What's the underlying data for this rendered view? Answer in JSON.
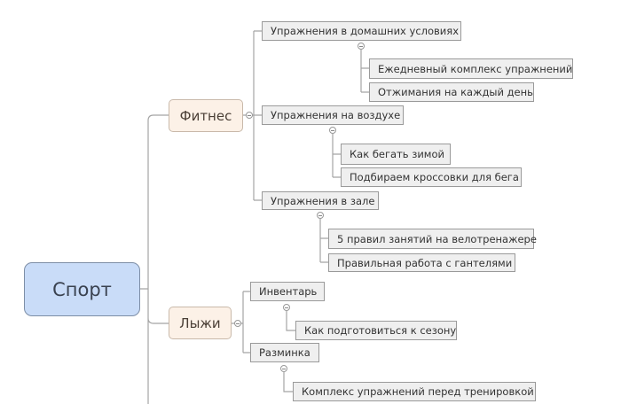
{
  "root": {
    "label": "Спорт"
  },
  "branches": [
    {
      "label": "Фитнес",
      "children": [
        {
          "label": "Упражнения в домашних условиях",
          "children": [
            {
              "label": "Ежедневный комплекс упражнений"
            },
            {
              "label": "Отжимания на каждый день"
            }
          ]
        },
        {
          "label": "Упражнения на воздухе",
          "children": [
            {
              "label": "Как бегать зимой"
            },
            {
              "label": "Подбираем кроссовки для бега"
            }
          ]
        },
        {
          "label": "Упражнения в зале",
          "children": [
            {
              "label": "5 правил занятий на велотренажере"
            },
            {
              "label": "Правильная работа с гантелями"
            }
          ]
        }
      ]
    },
    {
      "label": "Лыжи",
      "children": [
        {
          "label": "Инвентарь",
          "children": [
            {
              "label": "Как подготовиться к сезону"
            }
          ]
        },
        {
          "label": "Разминка",
          "children": [
            {
              "label": "Комплекс упражнений перед тренировкой"
            }
          ]
        }
      ]
    }
  ],
  "colors": {
    "root_fill": "#c9dcf8",
    "branch_fill": "#fcf1e7",
    "topic_fill": "#efefef",
    "line": "#a0a0a0"
  }
}
